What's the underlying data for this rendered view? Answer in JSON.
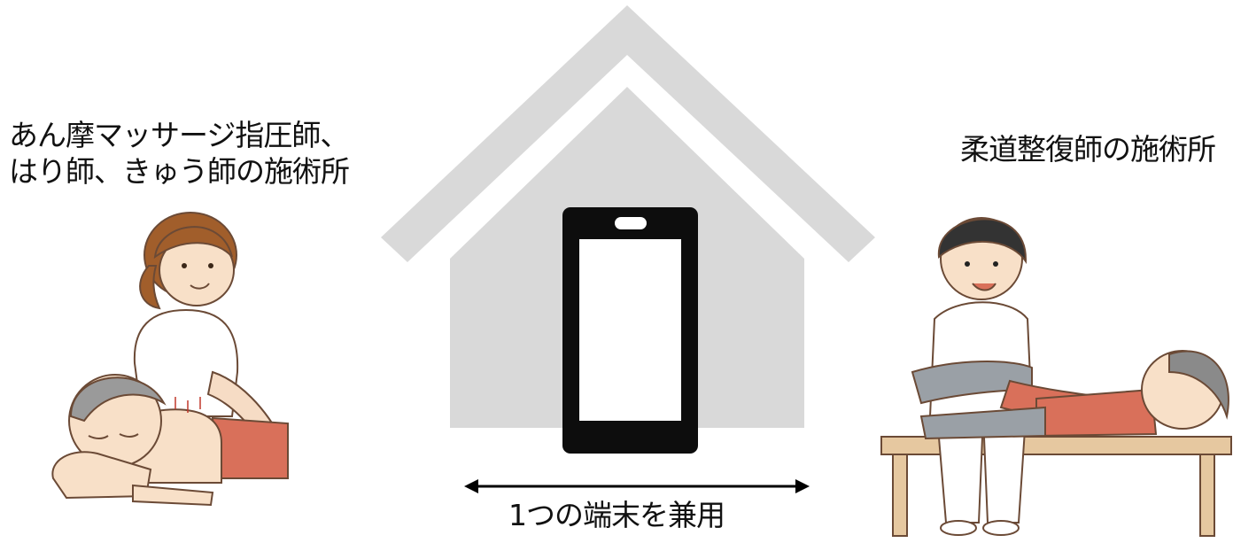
{
  "left_facility": {
    "line1": "あん摩マッサージ指圧師、",
    "line2": "はり師、きゅう師の施術所"
  },
  "right_facility": {
    "label": "柔道整復師の施術所"
  },
  "shared_device": {
    "caption": "1つの端末を兼用"
  },
  "colors": {
    "house": "#d9d9d9",
    "phone": "#0d0d0d",
    "arrow": "#000000",
    "towel": "#d9705a"
  },
  "icons": [
    "house-icon",
    "smartphone-icon",
    "double-arrow-icon",
    "therapist-massage-illustration",
    "judo-therapist-illustration"
  ]
}
